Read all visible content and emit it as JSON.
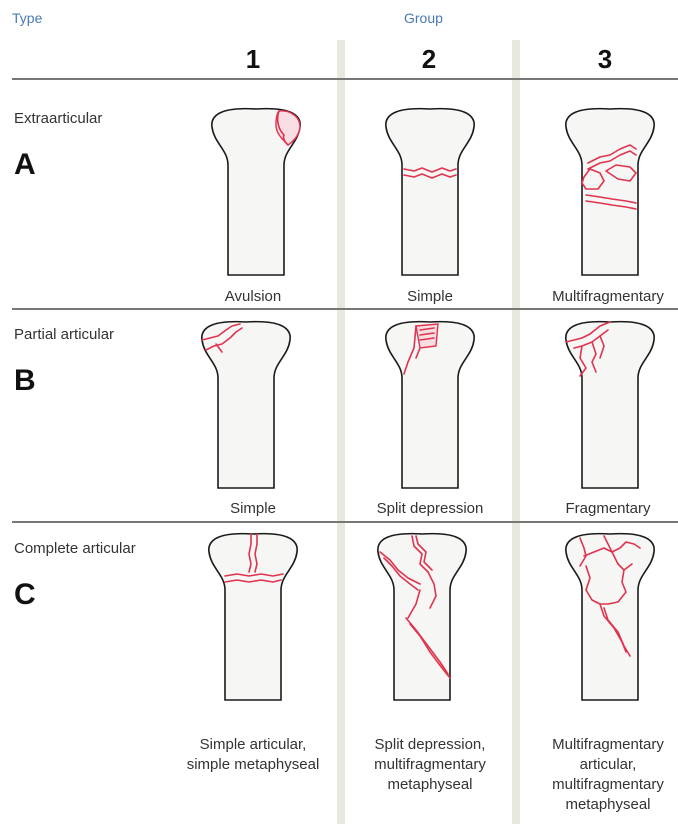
{
  "header": {
    "type_label": "Type",
    "group_label": "Group",
    "groups": [
      "1",
      "2",
      "3"
    ]
  },
  "rows": [
    {
      "letter": "A",
      "label": "Extraarticular",
      "captions": [
        "Avulsion",
        "Simple",
        "Multifragmentary"
      ]
    },
    {
      "letter": "B",
      "label": "Partial articular",
      "captions": [
        "Simple",
        "Split depression",
        "Fragmentary"
      ]
    },
    {
      "letter": "C",
      "label": "Complete articular",
      "captions": [
        "Simple articular, simple metaphyseal",
        "Split depression, multifragmentary metaphyseal",
        "Multifragmentary articular, multifragmentary metaphyseal"
      ]
    }
  ],
  "colors": {
    "header_text": "#4a7ab8",
    "fracture_line": "#e0334f",
    "band": "#e8e8df",
    "rule": "#777777"
  }
}
